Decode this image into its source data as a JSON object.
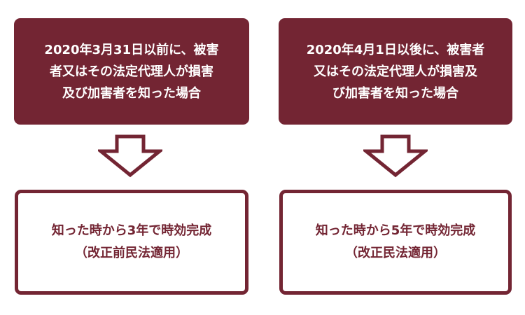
{
  "colors": {
    "primary": "#732533",
    "box_text": "#ffffff",
    "background": "#ffffff"
  },
  "left": {
    "condition": "2020年3月31日以前に、被害\n者又はその法定代理人が損害\n及び加害者を知った場合",
    "result_line1": "知った時から3年で時効完成",
    "result_line2": "（改正前民法適用）"
  },
  "right": {
    "condition": "2020年4月1日以後に、被害者\n又はその法定代理人が損害及\nび加害者を知った場合",
    "result_line1": "知った時から5年で時効完成",
    "result_line2": "（改正民法適用）"
  }
}
